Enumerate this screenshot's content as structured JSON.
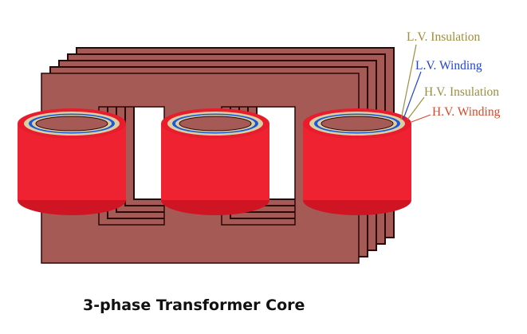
{
  "caption": "3-phase Transformer Core",
  "labels": {
    "lv_insulation": "L.V. Insulation",
    "lv_winding": "L.V. Winding",
    "hv_insulation": "H.V. Insulation",
    "hv_winding": "H.V. Winding"
  },
  "colors": {
    "core": "#a65a55",
    "core_edge": "#2a0808",
    "hv_winding": "#ee2230",
    "hv_winding_dark": "#cf1424",
    "insulation": "#d8cfa2",
    "lv_winding": "#1f56d8",
    "lv_insulation_label": "#9c8f3c",
    "lv_winding_label": "#2243d0",
    "hv_insulation_label": "#9c8f3c",
    "hv_winding_label": "#d64a2a"
  }
}
